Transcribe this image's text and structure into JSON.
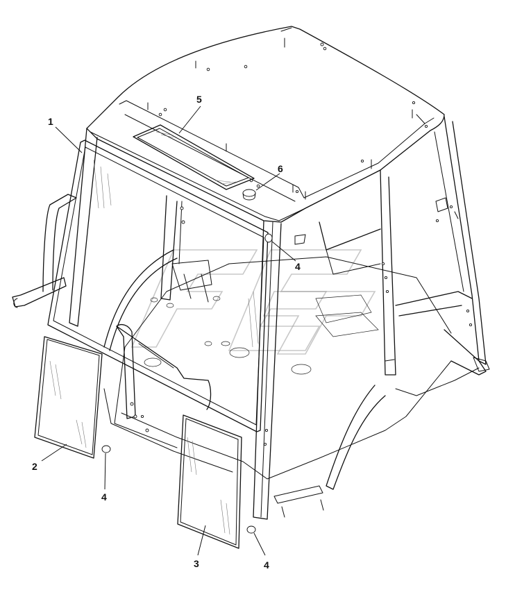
{
  "callouts": [
    {
      "id": "1",
      "text": "1"
    },
    {
      "id": "2",
      "text": "2"
    },
    {
      "id": "3",
      "text": "3"
    },
    {
      "id": "4a",
      "text": "4"
    },
    {
      "id": "4b",
      "text": "4"
    },
    {
      "id": "4c",
      "text": "4"
    },
    {
      "id": "5",
      "text": "5"
    },
    {
      "id": "6",
      "text": "6"
    }
  ],
  "watermark": "logo-watermark",
  "colors": {
    "line": "#111111",
    "background": "#ffffff",
    "watermark": "#9a9a9a"
  }
}
